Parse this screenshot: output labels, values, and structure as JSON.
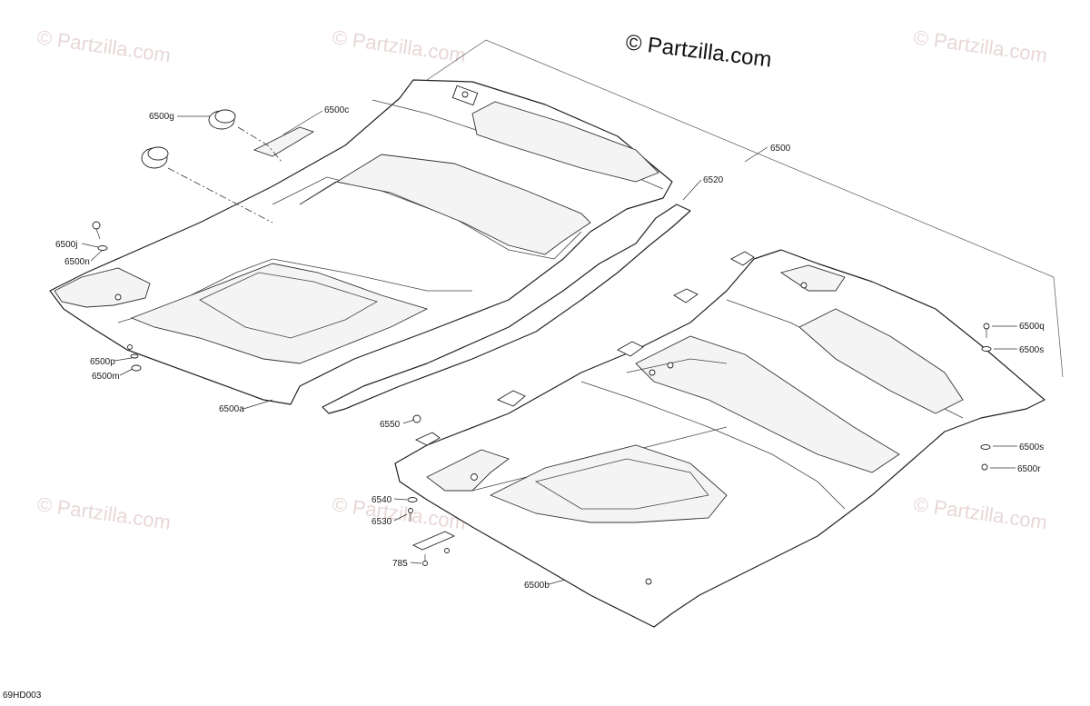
{
  "brand": {
    "text": "© Partzilla.com"
  },
  "watermark": {
    "text": "© Partzilla.com"
  },
  "diagram_code": "69HD003",
  "callouts": {
    "c6500g": "6500g",
    "c6500c": "6500c",
    "c6500": "6500",
    "c6520": "6520",
    "c6500j": "6500j",
    "c6500n": "6500n",
    "c6500p": "6500p",
    "c6500m": "6500m",
    "c6500a": "6500a",
    "c6500q": "6500q",
    "c6500s_top": "6500s",
    "c6500s_bot": "6500s",
    "c6500r": "6500r",
    "c6550": "6550",
    "c6540": "6540",
    "c6530": "6530",
    "c785": "785",
    "c6500b": "6500b"
  }
}
